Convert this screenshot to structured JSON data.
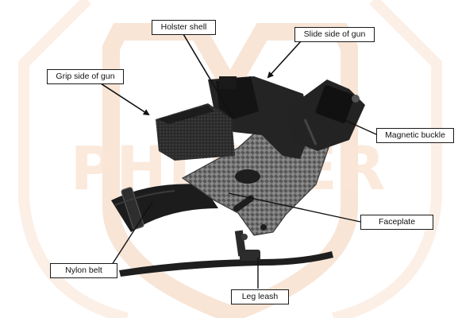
{
  "diagram": {
    "labels": {
      "holster_shell": "Holster shell",
      "slide_side": "Slide side of gun",
      "grip_side": "Grip side of gun",
      "magnetic_buckle": "Magnetic buckle",
      "faceplate": "Faceplate",
      "nylon_belt": "Nylon belt",
      "leg_leash": "Leg leash"
    },
    "watermark": "PHLSTER",
    "colors": {
      "watermark_text": "#fbe6d6",
      "shield_outline": "#f7e2d2",
      "holster": "#2a2a2a",
      "carbon_plate": "#6e6e6e",
      "belt": "#1c1c1c",
      "label_border": "#1a1a1a"
    }
  }
}
